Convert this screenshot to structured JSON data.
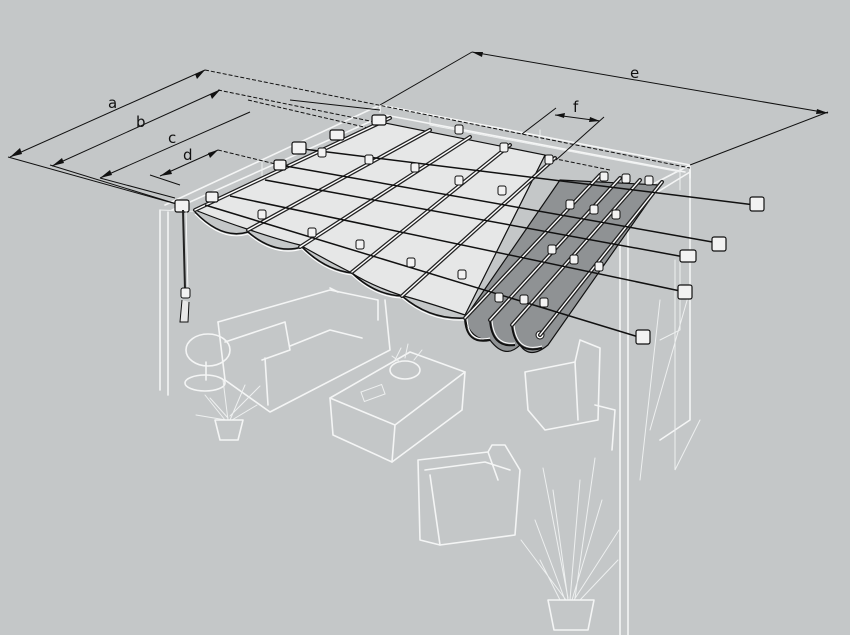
{
  "diagram": {
    "subject": "retractable pergola awning with sliding fabric panels",
    "background_color": "#c4c7c8",
    "fabric_extended_color": "#e6e7e7",
    "fabric_folded_color": "#8f9294",
    "line_color": "#111111",
    "sketch_color": "#f4f5f5"
  },
  "dimensions": {
    "a": "a",
    "b": "b",
    "c": "c",
    "d": "d",
    "e": "e",
    "f": "f"
  },
  "components": {
    "frame": "pergola frame",
    "fabric_panels": "awning fabric (extended)",
    "folded_panels": "awning fabric (retracted folds)",
    "guide_cables": "guide wires",
    "end_brackets": "cable tension brackets",
    "crank": "operating cord / crank handle"
  },
  "scene": {
    "sofa": "sofa",
    "coffee_table": "coffee table",
    "armchairs": "armchairs",
    "plants": "potted plants",
    "lamp": "table lamp"
  }
}
